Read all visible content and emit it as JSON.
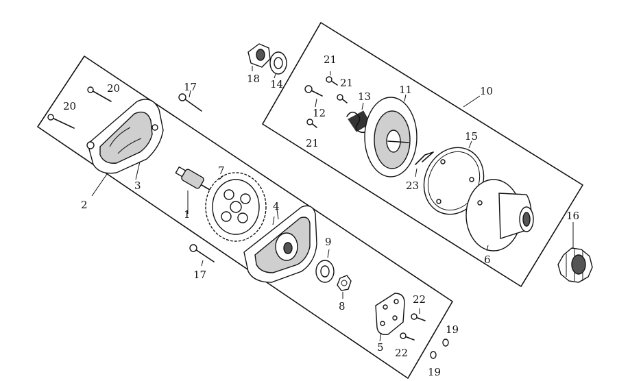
{
  "diagram": {
    "labels": [
      {
        "id": "l1",
        "text": "1"
      },
      {
        "id": "l2",
        "text": "2"
      },
      {
        "id": "l3",
        "text": "3"
      },
      {
        "id": "l4",
        "text": "4"
      },
      {
        "id": "l5",
        "text": "5"
      },
      {
        "id": "l6",
        "text": "6"
      },
      {
        "id": "l7",
        "text": "7"
      },
      {
        "id": "l8",
        "text": "8"
      },
      {
        "id": "l9",
        "text": "9"
      },
      {
        "id": "l10",
        "text": "10"
      },
      {
        "id": "l11",
        "text": "11"
      },
      {
        "id": "l12",
        "text": "12"
      },
      {
        "id": "l13",
        "text": "13"
      },
      {
        "id": "l14",
        "text": "14"
      },
      {
        "id": "l15",
        "text": "15"
      },
      {
        "id": "l16",
        "text": "16"
      },
      {
        "id": "l17a",
        "text": "17"
      },
      {
        "id": "l17b",
        "text": "17"
      },
      {
        "id": "l18",
        "text": "18"
      },
      {
        "id": "l19a",
        "text": "19"
      },
      {
        "id": "l19b",
        "text": "19"
      },
      {
        "id": "l20a",
        "text": "20"
      },
      {
        "id": "l20b",
        "text": "20"
      },
      {
        "id": "l21a",
        "text": "21"
      },
      {
        "id": "l21b",
        "text": "21"
      },
      {
        "id": "l21c",
        "text": "21"
      },
      {
        "id": "l22a",
        "text": "22"
      },
      {
        "id": "l22b",
        "text": "22"
      },
      {
        "id": "l23",
        "text": "23"
      }
    ]
  }
}
